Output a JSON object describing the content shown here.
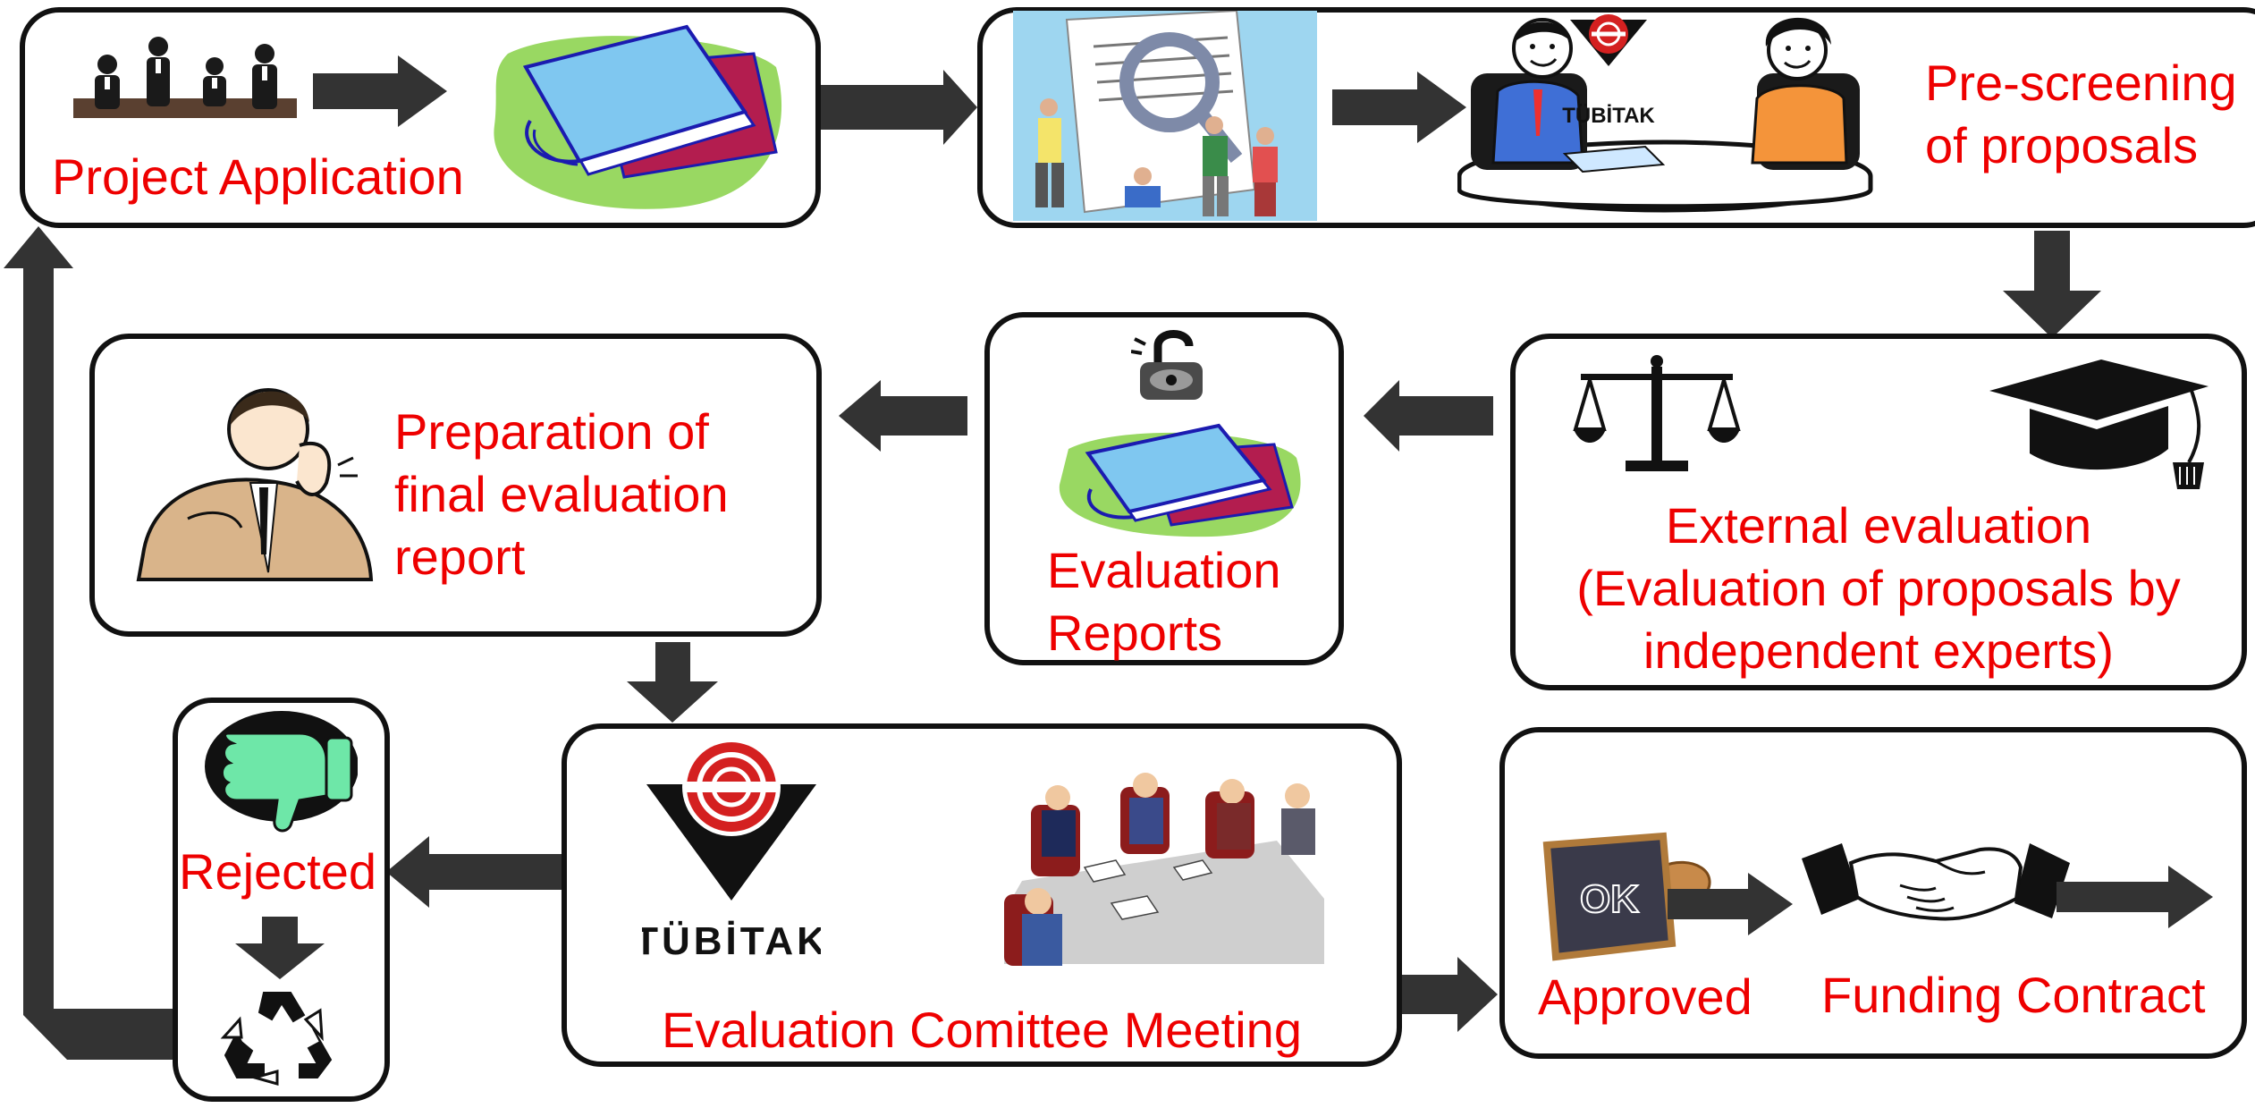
{
  "diagram": {
    "steps": {
      "project_application": {
        "label": "Project Application"
      },
      "prescreening": {
        "label_line1": "Pre-screening",
        "label_line2": "of proposals",
        "logo_text": "TÜBİTAK"
      },
      "external_evaluation": {
        "label_line1": "External evaluation",
        "label_line2": "(Evaluation of proposals by",
        "label_line3": "independent experts)"
      },
      "evaluation_reports": {
        "label_line1": "Evaluation",
        "label_line2": "Reports"
      },
      "final_report": {
        "label_line1": "Preparation of",
        "label_line2": "final evaluation",
        "label_line3": "report"
      },
      "committee_meeting": {
        "label": "Evaluation Comittee Meeting",
        "logo_text": "TÜBİTAK"
      },
      "rejected": {
        "label": "Rejected"
      },
      "approved": {
        "label_approved": "Approved",
        "label_contract": "Funding Contract",
        "stamp_text": "OK"
      }
    }
  },
  "colors": {
    "label": "#ee0000",
    "border": "#111111",
    "arrow": "#333333"
  },
  "icons": [
    "people-meeting-icon",
    "binder-icon",
    "document-inspection-icon",
    "interview-icon",
    "scales-icon",
    "graduation-cap-icon",
    "padlock-icon",
    "thinking-man-icon",
    "tubitak-logo",
    "committee-meeting-icon",
    "thumbs-down-icon",
    "recycle-icon",
    "ok-stamp-icon",
    "handshake-icon"
  ]
}
